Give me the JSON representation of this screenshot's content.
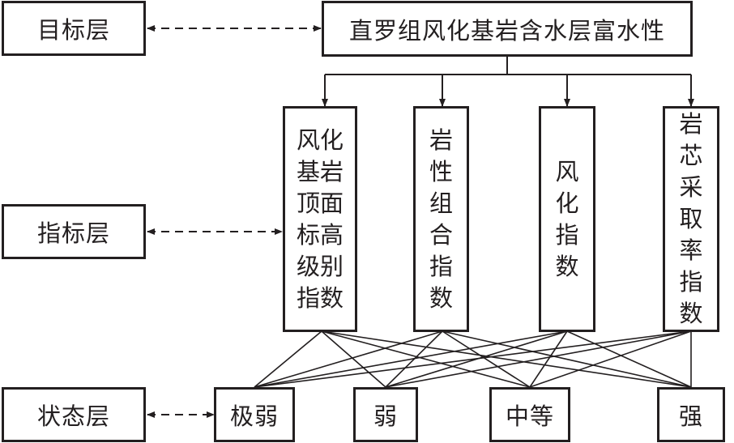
{
  "levels": {
    "target": "目标层",
    "indicator": "指标层",
    "state": "状态层"
  },
  "goal": "直罗组风化基岩含水层富水性",
  "indicators": [
    {
      "lines": "风化\n基岩\n顶面\n标高\n级别\n指数"
    },
    {
      "lines": "岩\n性\n组\n合\n指\n数"
    },
    {
      "lines": "风\n化\n指\n数"
    },
    {
      "lines": "岩\n芯\n采\n取\n率\n指\n数"
    }
  ],
  "states": [
    "极弱",
    "弱",
    "中等",
    "强"
  ]
}
